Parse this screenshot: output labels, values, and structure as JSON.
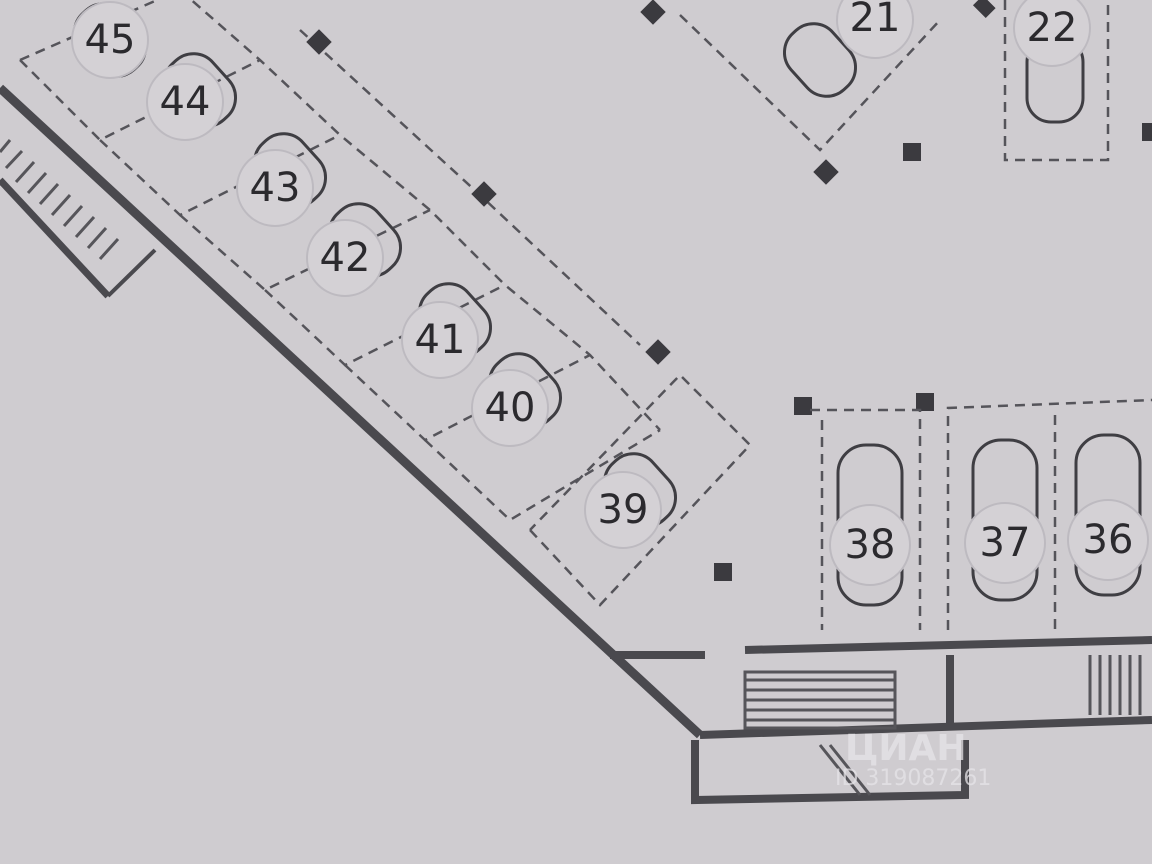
{
  "plan": {
    "spots": [
      {
        "number": "45"
      },
      {
        "number": "44"
      },
      {
        "number": "43"
      },
      {
        "number": "42"
      },
      {
        "number": "41"
      },
      {
        "number": "40"
      },
      {
        "number": "39"
      },
      {
        "number": "38"
      },
      {
        "number": "37"
      },
      {
        "number": "36"
      },
      {
        "number": "21"
      },
      {
        "number": "22"
      }
    ]
  },
  "watermark": {
    "brand": "ЦИАН",
    "id_text": "ID 319087261"
  }
}
